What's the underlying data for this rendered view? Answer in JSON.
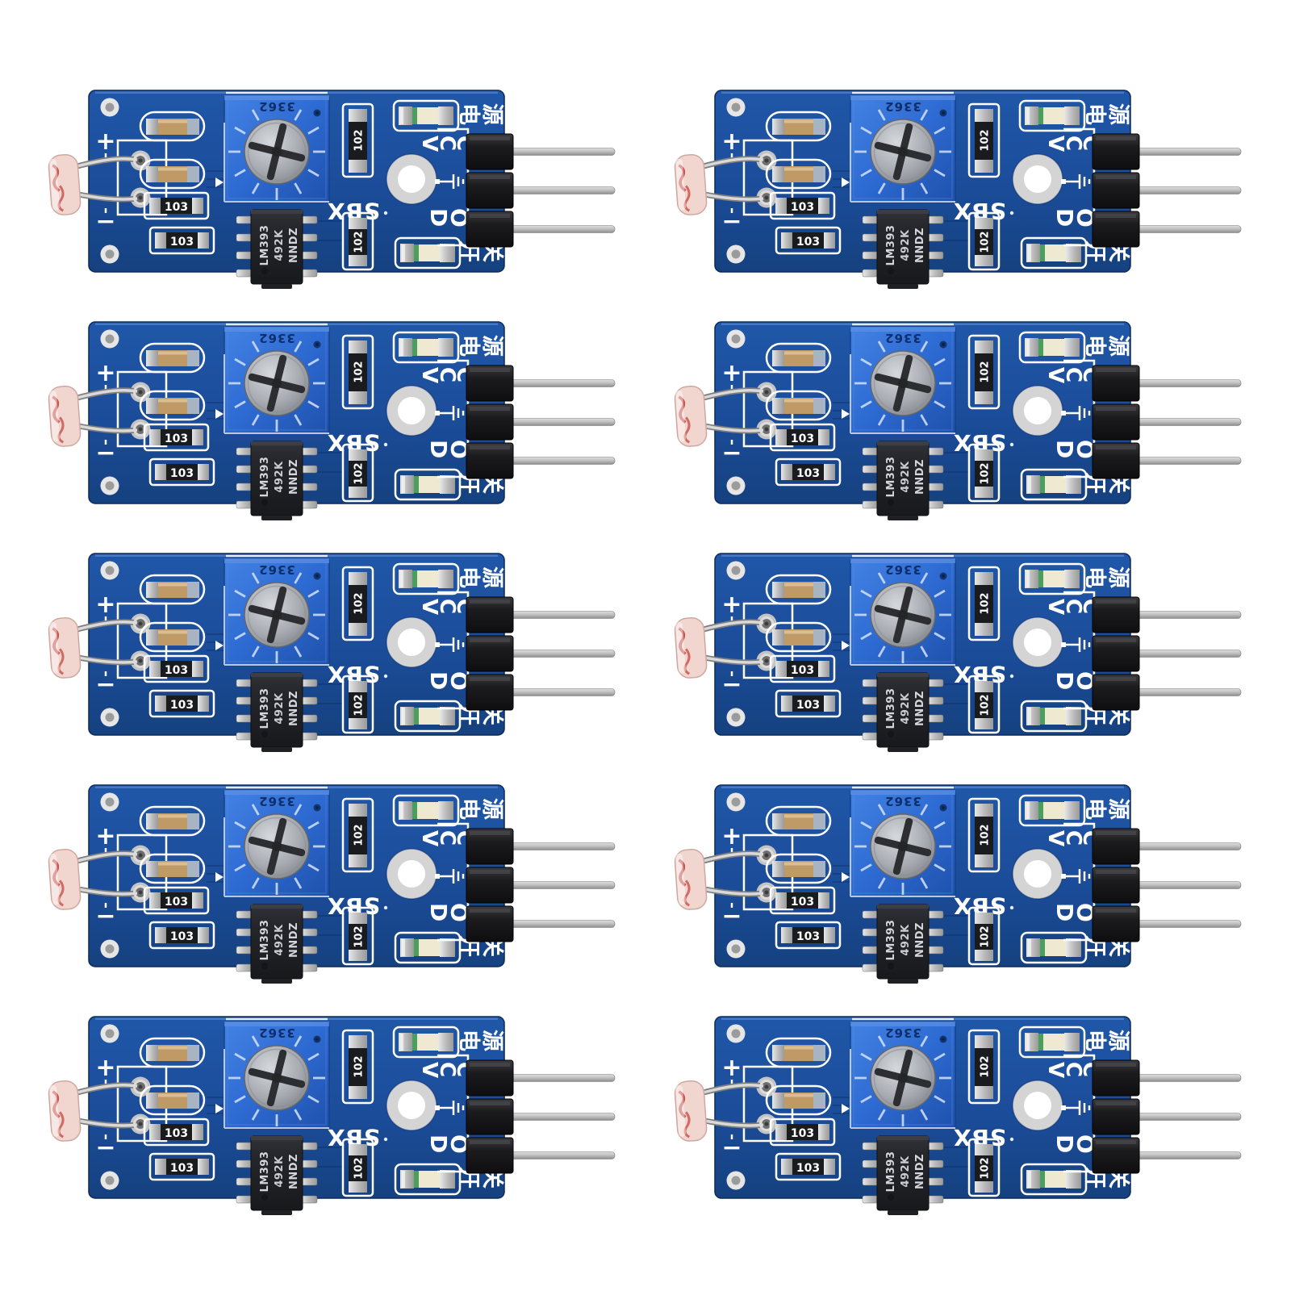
{
  "page": {
    "background_color": "#ffffff"
  },
  "grid": {
    "count": 10,
    "rows": 5,
    "cols": 2
  },
  "module": {
    "silkscreen": {
      "plus": "+",
      "minus": "−",
      "model": "SBX",
      "vcc": "VCC",
      "do": "DO",
      "power_cn": "电源",
      "switch_cn": "开关"
    },
    "components": {
      "potentiometer_marking": "3362",
      "chip_lines": [
        "LM393",
        "492K",
        "NNDZ"
      ],
      "resistor_103": "103",
      "resistor_102": "102"
    },
    "colors": {
      "pcb_blue": "#1c4e9d",
      "pcb_blue_dark": "#143f84",
      "pot_blue": "#2f6fd8",
      "silkscreen_white": "#ffffff",
      "header_black": "#151517",
      "pin_gray": "#b5b5b5",
      "ldr_pink": "#f1d6d0",
      "ldr_red": "#c23c35",
      "led_green": "#48a05c",
      "pad_silver": "#c4c4c4",
      "hole_ring_gray": "#d4d4d4"
    }
  }
}
